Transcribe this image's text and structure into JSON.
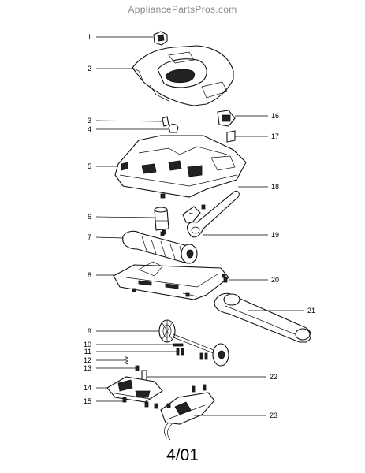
{
  "watermark": "AppliancePartsPros.com",
  "footer_date": "4/01",
  "callouts": {
    "c1": "1",
    "c2": "2",
    "c3": "3",
    "c4": "4",
    "c5": "5",
    "c6": "6",
    "c7": "7",
    "c8": "8",
    "c9": "9",
    "c10": "10",
    "c11": "11",
    "c12": "12",
    "c13": "13",
    "c14": "14",
    "c15": "15",
    "c16": "16",
    "c17": "17",
    "c18": "18",
    "c19": "19",
    "c20": "20",
    "c21": "21",
    "c22": "22",
    "c23": "23"
  }
}
